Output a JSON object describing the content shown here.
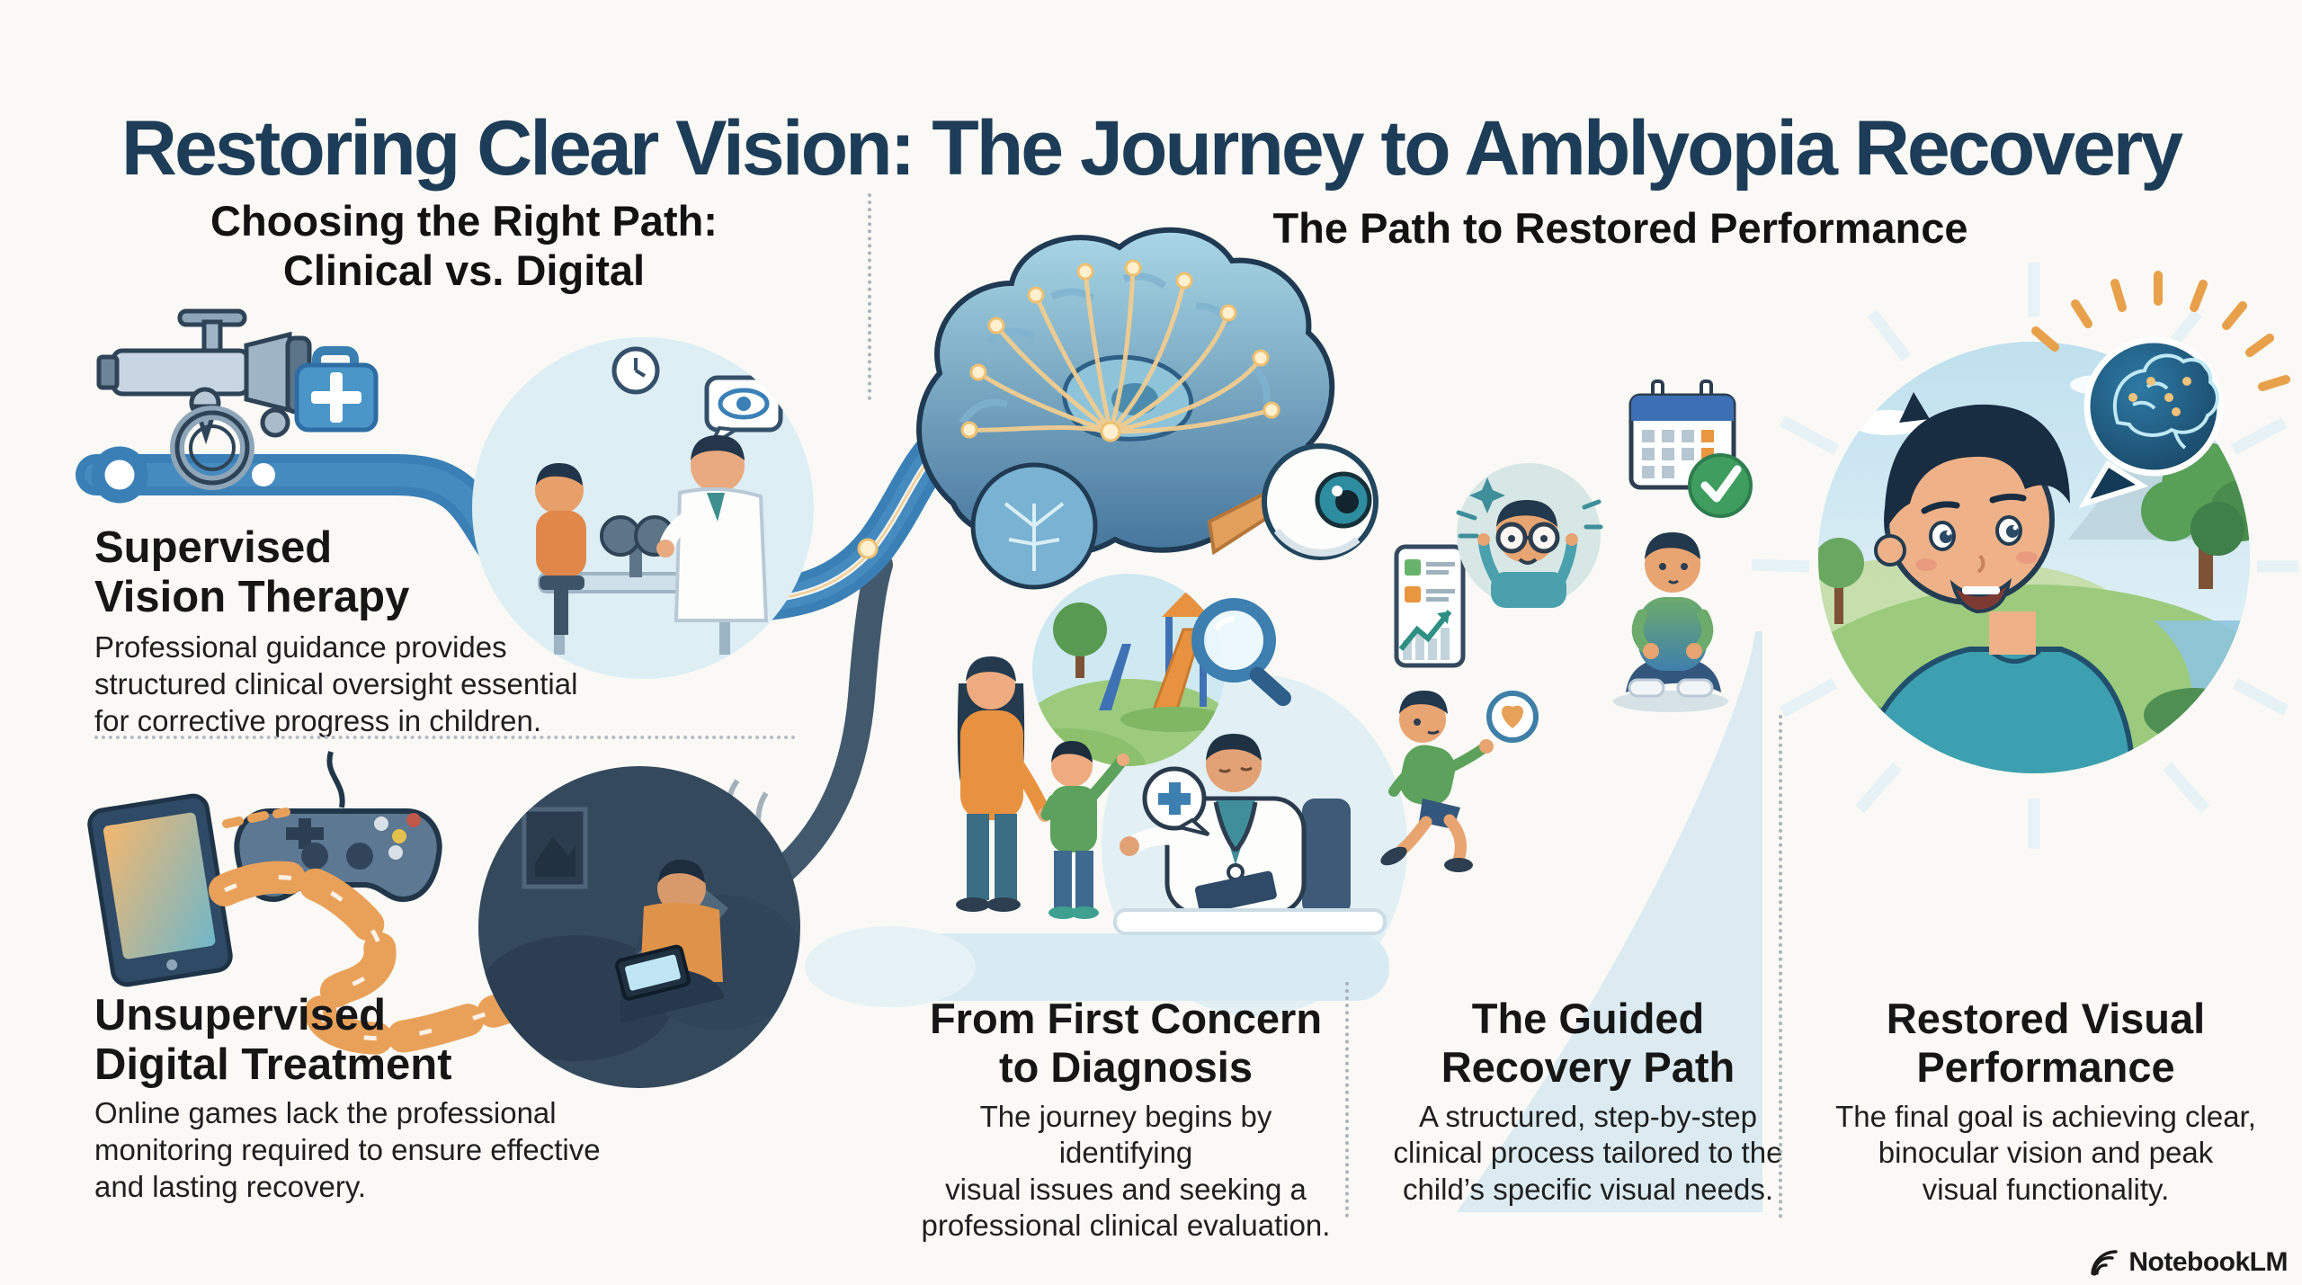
{
  "title": "Restoring Clear Vision: The Journey to Amblyopia Recovery",
  "left_panel": {
    "heading": "Choosing the Right Path:\nClinical vs. Digital",
    "supervised": {
      "title": "Supervised\nVision Therapy",
      "body": "Professional guidance provides\nstructured clinical oversight essential\nfor corrective progress in children."
    },
    "unsupervised": {
      "title": "Unsupervised\nDigital Treatment",
      "body": "Online games lack the professional\nmonitoring required to ensure effective\nand lasting recovery."
    }
  },
  "right_panel": {
    "heading": "The Path to Restored Performance",
    "stages": [
      {
        "title": "From First Concern\nto Diagnosis",
        "body": "The journey begins by identifying\nvisual issues and seeking a\nprofessional clinical evaluation."
      },
      {
        "title": "The Guided\nRecovery Path",
        "body": "A structured, step-by-step\nclinical process tailored to the\nchild’s specific visual needs."
      },
      {
        "title": "Restored Visual\nPerformance",
        "body": "The final goal is achieving clear,\nbinocular vision and peak\nvisual functionality."
      }
    ]
  },
  "watermark": {
    "label": "NotebookLM"
  },
  "colors": {
    "title_navy": "#1d3c57",
    "heading_black": "#151515",
    "body_text": "#1f1f1f",
    "path_blue": "#3a80b6",
    "accent_orange": "#e8a159",
    "success_green": "#3f9e5f",
    "calendar_blue": "#3c6fb3",
    "night_slate": "#35495c",
    "light_blue_bg": "#ddeef5"
  }
}
